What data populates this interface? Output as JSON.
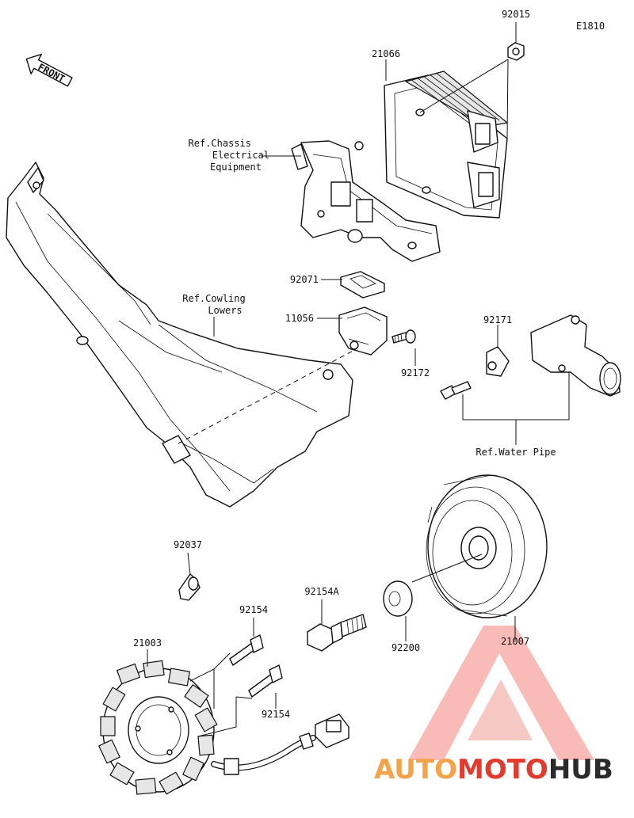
{
  "diagram_code": "E1810",
  "front_label": "FRONT",
  "callouts": {
    "p92015": "92015",
    "p21066": "21066",
    "ref_chassis_1": "Ref.Chassis",
    "ref_chassis_2": "Electrical",
    "ref_chassis_3": "Equipment",
    "p92071": "92071",
    "ref_cowling_1": "Ref.Cowling",
    "ref_cowling_2": "Lowers",
    "p11056": "11056",
    "p92172": "92172",
    "p92171": "92171",
    "ref_water_pipe": "Ref.Water Pipe",
    "p92037": "92037",
    "p92154a": "92154A",
    "p92154_top": "92154",
    "p21003": "21003",
    "p92200": "92200",
    "p21007": "21007",
    "p92154_bottom": "92154"
  },
  "watermark": {
    "part1": "AUTO",
    "part2": "MOTO",
    "part3": "HUB",
    "color_orange": "#f5a34a",
    "color_red": "#e23b2e",
    "color_dark": "#2a2a2a"
  }
}
